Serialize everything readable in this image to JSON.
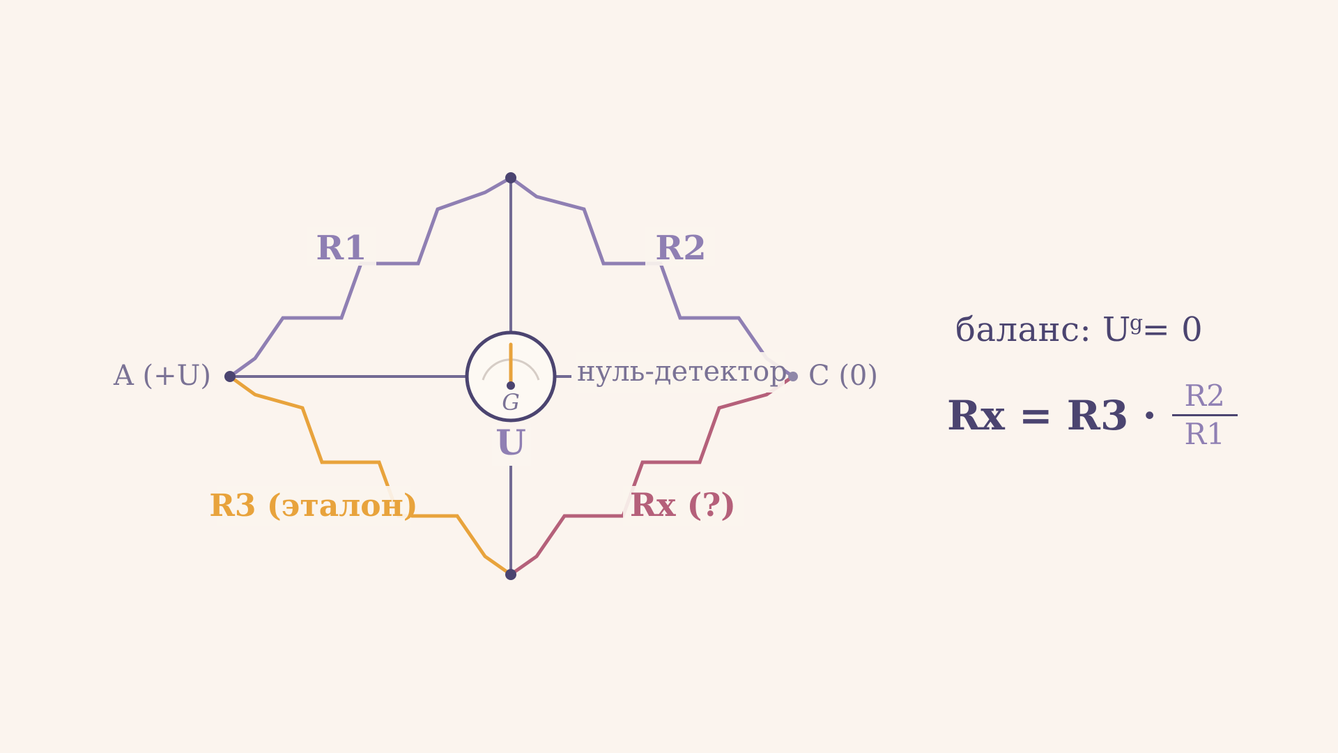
{
  "nodes": {
    "left": {
      "label": "A (+U)"
    },
    "right": {
      "label": "C (0)"
    }
  },
  "resistors": {
    "r1": {
      "label": "R1",
      "color": "#8f7fb3"
    },
    "r2": {
      "label": "R2",
      "color": "#8f7fb3"
    },
    "r3": {
      "label": "R3 (эталон)",
      "color": "#e8a33c"
    },
    "rx": {
      "label": "Rx (?)",
      "color": "#b5607a"
    }
  },
  "galvanometer": {
    "symbol": "G",
    "caption": "нуль-детектор",
    "needle_color": "#e8a33c"
  },
  "source": {
    "label": "U"
  },
  "formula": {
    "balance_prefix": "баланс: U",
    "balance_sub": "g",
    "balance_suffix": "= 0",
    "main": "Rx = R3 ·",
    "numerator": "R2",
    "denominator": "R1"
  },
  "colors": {
    "background": "#fbf4ee",
    "ink": "#4b4470",
    "wire": "#726a93",
    "muted_label": "#7a7295"
  }
}
